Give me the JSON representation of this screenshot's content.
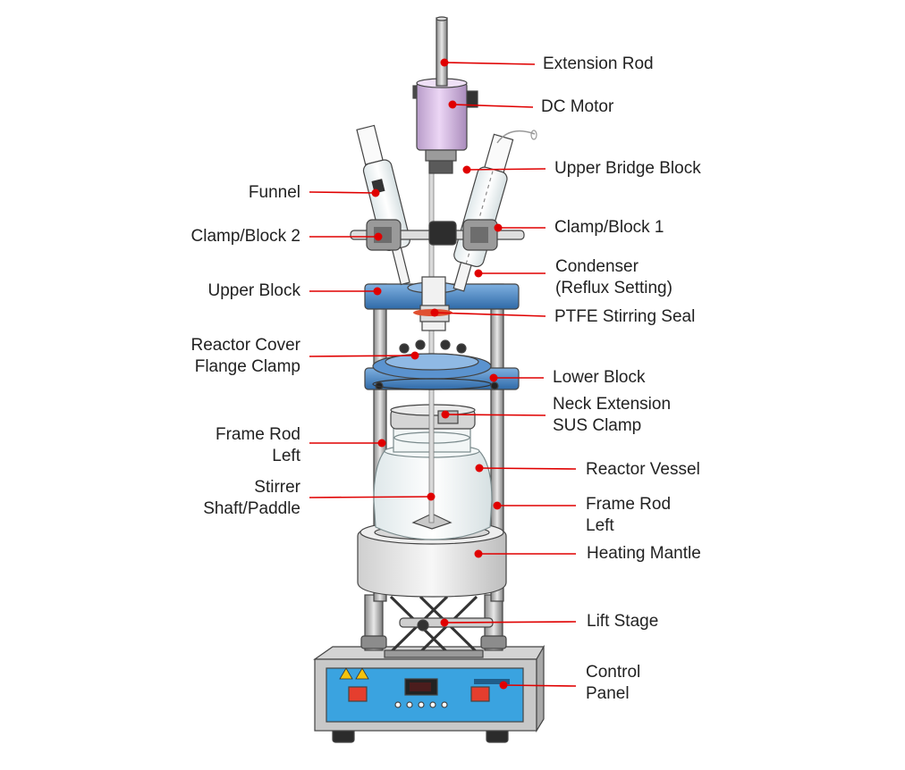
{
  "labels": {
    "extension_rod": "Extension Rod",
    "dc_motor": "DC Motor",
    "upper_bridge_block": "Upper Bridge Block",
    "clamp_block_1": "Clamp/Block 1",
    "condenser": "Condenser\n(Reflux Setting)",
    "ptfe_stirring_seal": "PTFE Stirring Seal",
    "lower_block": "Lower Block",
    "neck_extension_sus_clamp": "Neck Extension\nSUS Clamp",
    "reactor_vessel": "Reactor Vessel",
    "frame_rod_left_right_side": "Frame Rod\nLeft",
    "heating_mantle": "Heating Mantle",
    "lift_stage": "Lift Stage",
    "control_panel": "Control\nPanel",
    "funnel": "Funnel",
    "clamp_block_2": "Clamp/Block 2",
    "upper_block": "Upper Block",
    "reactor_cover_flange_clamp": "Reactor Cover\nFlange Clamp",
    "frame_rod_left_left_side": "Frame Rod\nLeft",
    "stirrer_shaft_paddle": "Stirrer\nShaft/Paddle"
  },
  "colors": {
    "leader": "#e00000",
    "motor": "#d9b8e6",
    "blue_block": "#4f86c4",
    "control_panel": "#3aa3e0",
    "metal": "#b8b8b8"
  }
}
